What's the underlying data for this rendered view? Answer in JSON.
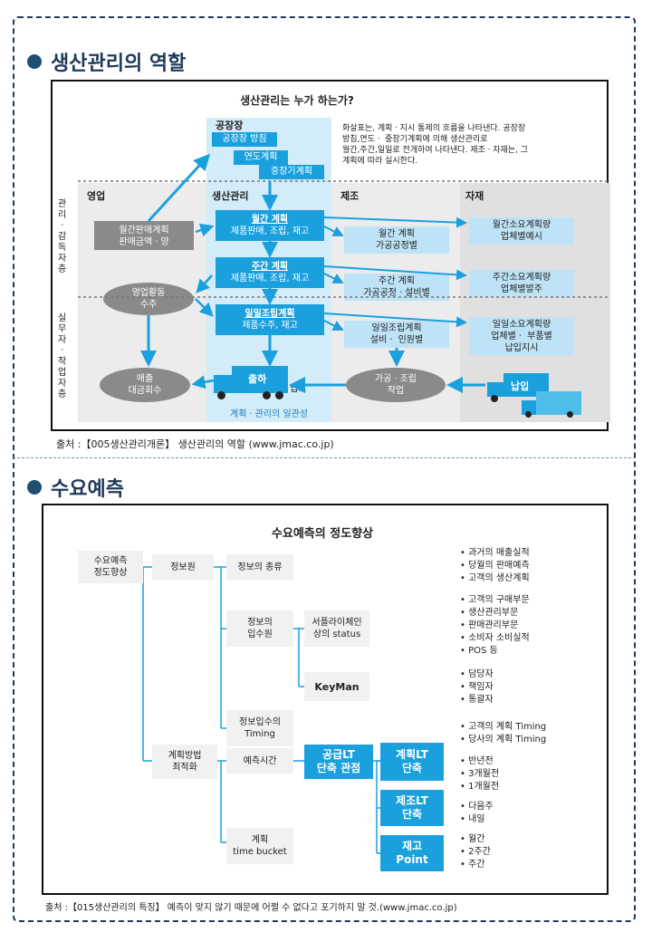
{
  "section1": {
    "title": "생산관리의 역할",
    "diagram_title": "생산관리는 누가 하는가?",
    "factory_label": "공장장",
    "factory_policy": "공장장 방침",
    "annual_plan": "연도계획",
    "midterm_plan": "중장기계획",
    "note": [
      "화살표는, 계획ㆍ지시 통제의 흐름을 나타낸다. 공장장",
      "방침,연도ㆍ 중장기계획에 의해 생산관리로",
      "월간,주간,일일로 전개하여 나타낸다. 제조ㆍ자재는, 그",
      "계획에 따라 실시한다."
    ],
    "side_top": "관리ㆍ감독자층",
    "side_bottom": "실무자ㆍ작업자층",
    "lanes": [
      "영업",
      "생산관리",
      "제조",
      "자재"
    ],
    "sales_plan": [
      "월간판매계획",
      "판매금액ㆍ양"
    ],
    "sales_activity": [
      "영업활동",
      "수주"
    ],
    "sales_collect": [
      "매출",
      "대금회수"
    ],
    "monthly_plan": [
      "월간 계획",
      "제품판매, 조립, 재고"
    ],
    "weekly_plan": [
      "주간 계획",
      "제품판매, 조립, 재고"
    ],
    "daily_plan": [
      "일일조립계획",
      "제품수주, 재고"
    ],
    "shipping": "출하",
    "receiving_label": "입고",
    "consistency": "계획ㆍ관리의 일관성",
    "mfg_monthly": [
      "월간 계획",
      "가공공정별"
    ],
    "mfg_weekly": [
      "주간 계획",
      "가공공정ㆍ설비별"
    ],
    "mfg_daily": [
      "일일조립계획",
      "설비ㆍ 인원별"
    ],
    "mfg_work": [
      "가공ㆍ조립",
      "작업"
    ],
    "mat_monthly": [
      "월간소요계획량",
      "업체별예시"
    ],
    "mat_weekly": [
      "주간소요계획량",
      "업체별발주"
    ],
    "mat_daily": [
      "일일소요계획량",
      "업체별ㆍ 부품별",
      "납입지시"
    ],
    "delivery": "납입",
    "source": "출처 :【005생산관리개론】 생산관리의 역할 (www.jmac.co.jp)"
  },
  "section2": {
    "title": "수요예측",
    "diagram_title": "수요예측의 정도향상",
    "root": [
      "수요예측",
      "정도향상"
    ],
    "info_source": "정보원",
    "info_type": "정보의 종류",
    "info_channel": [
      "정보의",
      "입수원"
    ],
    "supplier": [
      "서플라이체인",
      "상의 status"
    ],
    "keyman": "KeyMan",
    "info_timing": [
      "정보입수의",
      "Timing"
    ],
    "plan_opt": [
      "계획방법",
      "최적화"
    ],
    "lead_time": "예측시간",
    "supply_lt": [
      "공급LT",
      "단축 관점"
    ],
    "plan_lt": [
      "계획LT",
      "단축"
    ],
    "mfg_lt": [
      "제조LT",
      "단축"
    ],
    "stock_point": [
      "재고",
      "Point"
    ],
    "time_bucket": [
      "계획",
      "time bucket"
    ],
    "bullets_type": [
      "과거의 매출실적",
      "당월의 판매예측",
      "고객의 생산계획"
    ],
    "bullets_channel": [
      "고객의 구매부문",
      "생산관리부문",
      "판매관리부문",
      "소비자 소비실적",
      "POS 등"
    ],
    "bullets_keyman": [
      "담당자",
      "책임자",
      "통괄자"
    ],
    "bullets_timing": [
      "고객의 계획 Timing",
      "당사의 계획 Timing"
    ],
    "bullets_plan_lt": [
      "반년전",
      "3개월전",
      "1개월전"
    ],
    "bullets_mfg_lt": [
      "다음주",
      "내일"
    ],
    "bullets_stock": [
      "월간",
      "2주간",
      "주간"
    ],
    "source": "출처 :【015생산관리의 특징】 예측이 맞지 않기 때문에 어쩔 수 없다고 포기하지 말 것.(www.jmac.co.jp)"
  },
  "colors": {
    "accent_blue": "#1aa0dd",
    "light_blue": "#bfe3f6",
    "gray_node": "#8a8a8a",
    "navy": "#1f3a5a"
  }
}
